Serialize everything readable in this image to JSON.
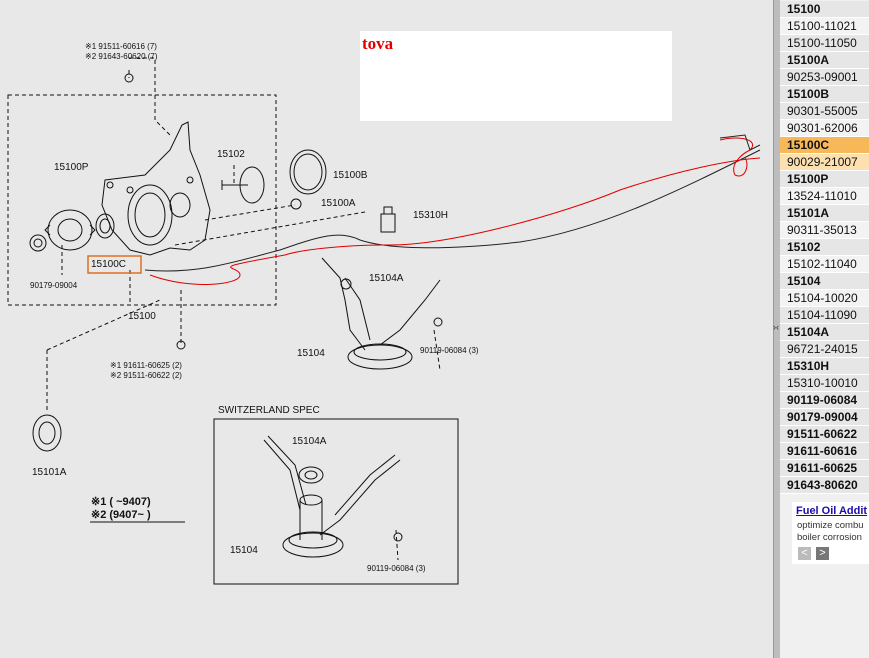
{
  "note": {
    "text": "tova"
  },
  "labels": {
    "top_ref1": "※1 91511-60616 (7)",
    "top_ref2": "※2 91643-60620 (7)",
    "l15100P": "15100P",
    "l15102": "15102",
    "l15100B": "15100B",
    "l15100A": "15100A",
    "l15310H": "15310H",
    "l15100C": "15100C",
    "l90179": "90179-09004",
    "l15100": "15100",
    "l15104A": "15104A",
    "l15104": "15104",
    "l90119": "90119-06084 (3)",
    "bot_ref1": "※1 91611-60625 (2)",
    "bot_ref2": "※2 91511-60622 (2)",
    "l15101A": "15101A",
    "swiss": "SWITZERLAND SPEC",
    "sw15104A": "15104A",
    "sw15104": "15104",
    "sw90119": "90119-06084 (3)",
    "legend1": "※1 (      ~9407)",
    "legend2": "※2 (9407~      )"
  },
  "parts_list": [
    {
      "text": "15100",
      "type": "group"
    },
    {
      "text": "15100-11021",
      "type": "item"
    },
    {
      "text": "15100-11050",
      "type": "item"
    },
    {
      "text": "15100A",
      "type": "group"
    },
    {
      "text": "90253-09001",
      "type": "item"
    },
    {
      "text": "15100B",
      "type": "group"
    },
    {
      "text": "90301-55005",
      "type": "item"
    },
    {
      "text": "90301-62006",
      "type": "item"
    },
    {
      "text": "15100C",
      "type": "selected"
    },
    {
      "text": "90029-21007",
      "type": "selected-item"
    },
    {
      "text": "15100P",
      "type": "group"
    },
    {
      "text": "13524-11010",
      "type": "item"
    },
    {
      "text": "15101A",
      "type": "group"
    },
    {
      "text": "90311-35013",
      "type": "item"
    },
    {
      "text": "15102",
      "type": "group"
    },
    {
      "text": "15102-11040",
      "type": "item"
    },
    {
      "text": "15104",
      "type": "group"
    },
    {
      "text": "15104-10020",
      "type": "item"
    },
    {
      "text": "15104-11090",
      "type": "item"
    },
    {
      "text": "15104A",
      "type": "group"
    },
    {
      "text": "96721-24015",
      "type": "item"
    },
    {
      "text": "15310H",
      "type": "group"
    },
    {
      "text": "15310-10010",
      "type": "item"
    },
    {
      "text": "90119-06084",
      "type": "group"
    },
    {
      "text": "90179-09004",
      "type": "group"
    },
    {
      "text": "91511-60622",
      "type": "group"
    },
    {
      "text": "91611-60616",
      "type": "group"
    },
    {
      "text": "91611-60625",
      "type": "group"
    },
    {
      "text": "91643-80620",
      "type": "group"
    }
  ],
  "ad": {
    "title": "Fuel Oil Addit",
    "line1": "optimize combu",
    "line2": "boiler corrosion",
    "prev": "<",
    "next": ">"
  },
  "splitter": {
    "arrows": "›‹"
  },
  "colors": {
    "selected": "#f6b858",
    "annotation": "#e00000",
    "link": "#1a0dab"
  }
}
